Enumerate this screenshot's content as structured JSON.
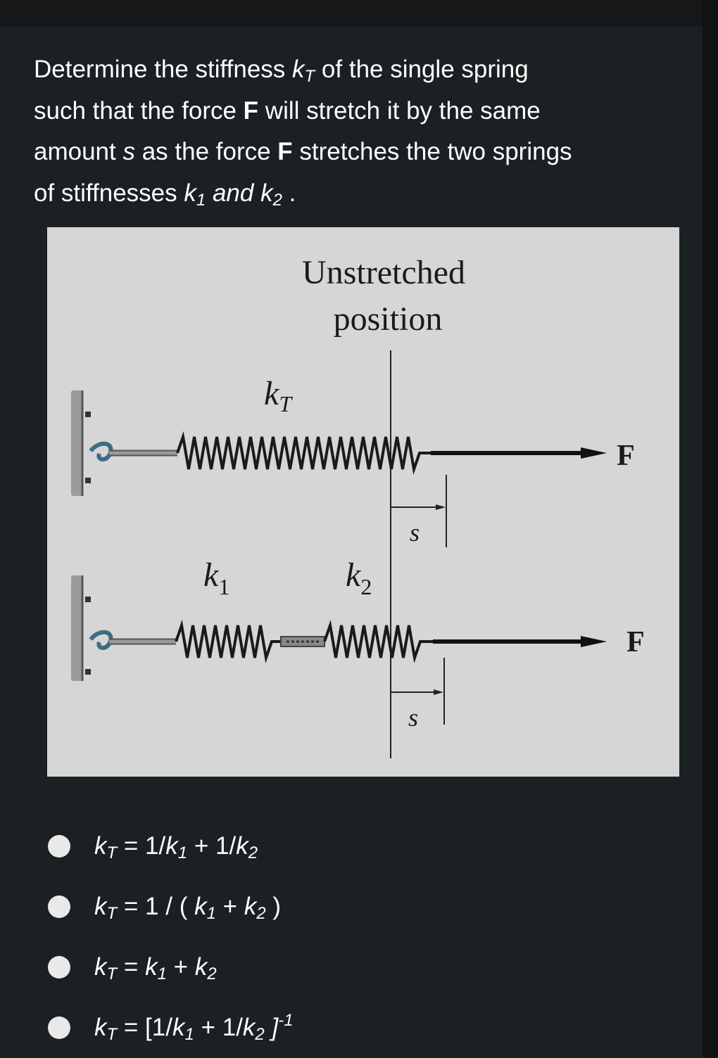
{
  "question": {
    "line1_pre": "Determine the stiffness ",
    "line1_post": " of the single spring",
    "line2_pre": "such that the force ",
    "line2_bold": "F",
    "line2_post": " will stretch it by the same",
    "line3_pre": "amount ",
    "line3_s": "s",
    "line3_mid": " as the force ",
    "line3_bold": "F",
    "line3_post": " stretches the two springs",
    "line4_pre": "of stiffnesses ",
    "line4_and": " and ",
    "line4_post": " ."
  },
  "symbols": {
    "k": "k",
    "T": "T",
    "sub1": "1",
    "sub2": "2"
  },
  "figure": {
    "title_line1": "Unstretched",
    "title_line2": "position",
    "force_top": "F",
    "force_bottom": "F",
    "disp_top": "s",
    "disp_bottom": "s"
  },
  "options": [
    {
      "text1": " = 1/",
      "text2": " + 1/"
    },
    {
      "text1": " = 1 / ( ",
      "text2": " + ",
      "text3": " )"
    },
    {
      "text1": " = ",
      "text2": " + "
    },
    {
      "text1": " = [1/",
      "text2": " + 1/",
      "text3": " ]",
      "sup": "-1"
    }
  ],
  "colors": {
    "background": "#1b2023",
    "figure_bg": "#d6d6d6",
    "radio": "#e9e9e9"
  }
}
